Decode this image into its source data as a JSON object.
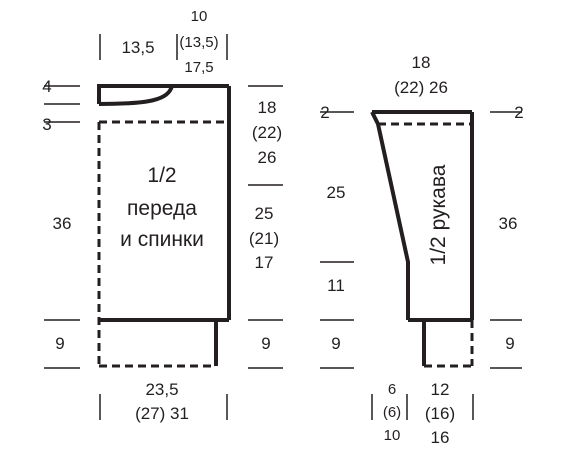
{
  "colors": {
    "ink": "#231f20",
    "background": "#ffffff"
  },
  "front_back": {
    "title_line1": "1/2",
    "title_line2": "переда",
    "title_line3": "и спинки",
    "top_left_width": "13,5",
    "neck_width_l1": "10",
    "neck_width_l2": "(13,5)",
    "neck_width_l3": "17,5",
    "neck_depth": "4",
    "shoulder_drop": "3",
    "left_body_height": "36",
    "left_rib_height": "9",
    "armhole_l1": "18",
    "armhole_l2": "(22)",
    "armhole_l3": "26",
    "side_l1": "25",
    "side_l2": "(21)",
    "side_l3": "17",
    "right_rib_height": "9",
    "bottom_width_l1": "23,5",
    "bottom_width_l2": "(27)  31"
  },
  "sleeve": {
    "title": "1/2 рукава",
    "top_width_l1": "18",
    "top_width_l2": "(22)  26",
    "cap_left": "2",
    "cap_right": "2",
    "upper_length": "25",
    "mid_length": "11",
    "rib_left": "9",
    "total_length": "36",
    "rib_right": "9",
    "cuff_l1": "6",
    "cuff_l2": "(6)",
    "cuff_l3": "10",
    "width_l1": "12",
    "width_l2": "(16)",
    "width_l3": "16"
  }
}
